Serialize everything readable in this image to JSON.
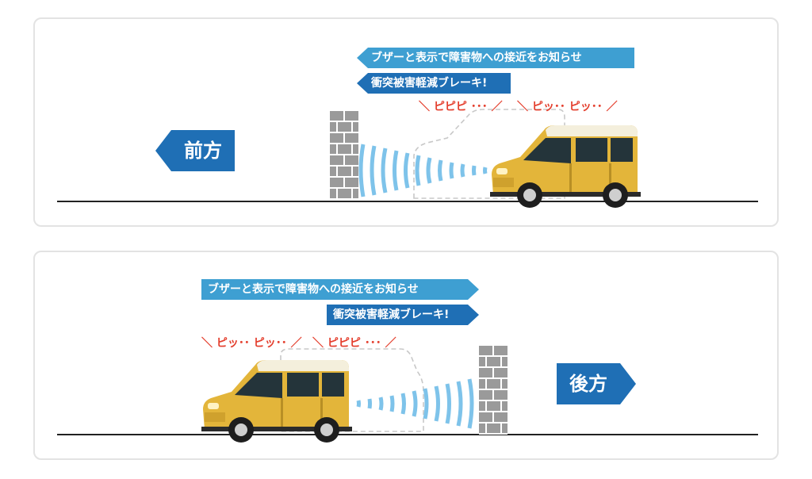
{
  "front": {
    "direction_label": "前方",
    "warning_label": "ブザーと表示で障害物への接近をお知らせ",
    "brake_label": "衝突被害軽減ブレーキ!",
    "beep_1": "ピピピ ･･･",
    "beep_2": "ピッ･･ ピッ･･"
  },
  "rear": {
    "direction_label": "後方",
    "warning_label": "ブザーと表示で障害物への接近をお知らせ",
    "brake_label": "衝突被害軽減ブレーキ!",
    "beep_1": "ピッ･･ ピッ･･",
    "beep_2": "ピピピ ･･･"
  },
  "colors": {
    "ribbon_light": "#3e9fd2",
    "ribbon_dark": "#1f6fb5",
    "beep_red": "#e4402f",
    "car_body": "#e3b53a",
    "car_roof": "#f4efdc",
    "wall_gray": "#9a9a9a",
    "wave_blue": "#7ec3ea"
  }
}
